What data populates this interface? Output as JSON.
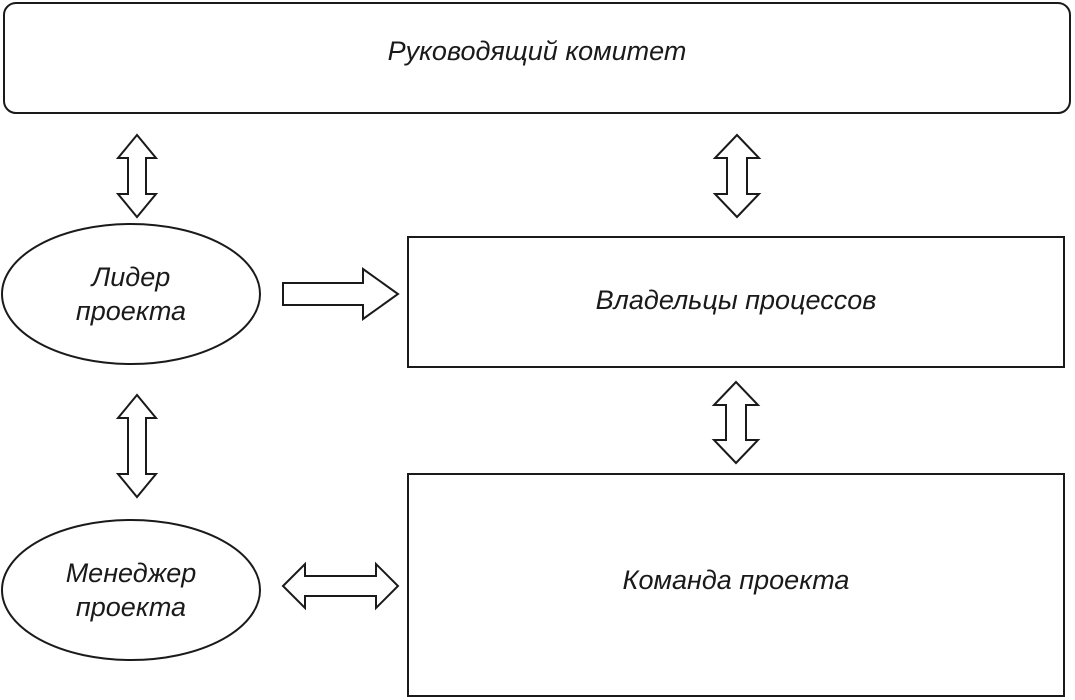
{
  "nodes": {
    "steering_committee": {
      "label": "Руководящий комитет"
    },
    "project_leader": {
      "line1": "Лидер",
      "line2": "проекта"
    },
    "process_owners": {
      "label": "Владельцы процессов"
    },
    "project_manager": {
      "line1": "Менеджер",
      "line2": "проекта"
    },
    "project_team": {
      "label": "Команда проекта"
    }
  },
  "colors": {
    "stroke": "#1a1a1a",
    "fill": "#ffffff"
  }
}
